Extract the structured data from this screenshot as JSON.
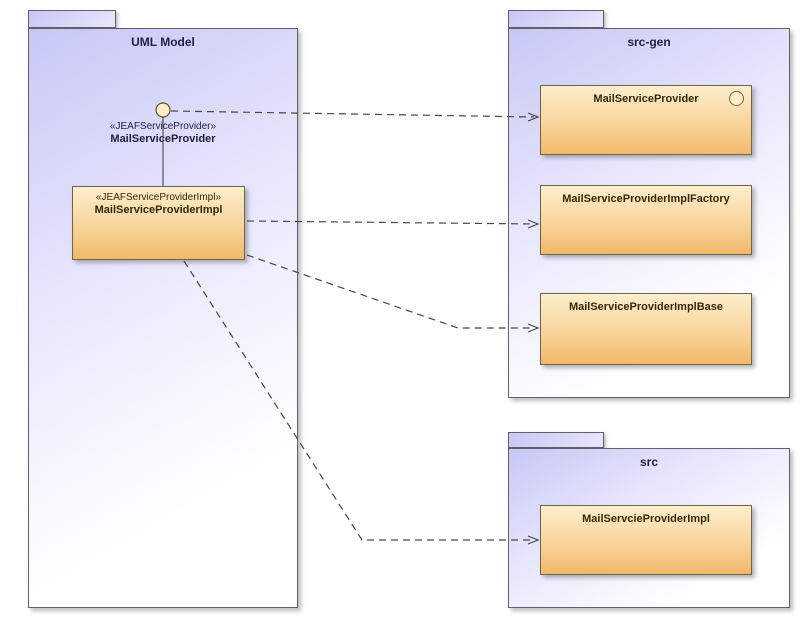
{
  "diagram": {
    "uml_model": {
      "title": "UML Model",
      "interface": {
        "stereotype": "«JEAFServiceProvider»",
        "name": "MailServiceProvider"
      },
      "impl_class": {
        "stereotype": "«JEAFServiceProviderImpl»",
        "name": "MailServiceProviderImpl"
      }
    },
    "src_gen": {
      "title": "src-gen",
      "classes": [
        "MailServiceProvider",
        "MailServiceProviderImplFactory",
        "MailServiceProviderImplBase"
      ]
    },
    "src": {
      "title": "src",
      "classes": [
        "MailServcieProviderImpl"
      ]
    },
    "colors": {
      "package_fill": "#c7c7f6",
      "class_fill_top": "#fdeecd",
      "class_fill_bottom": "#f2b96a",
      "connector": "#474747",
      "lollipop_fill": "#ffecc0"
    }
  }
}
